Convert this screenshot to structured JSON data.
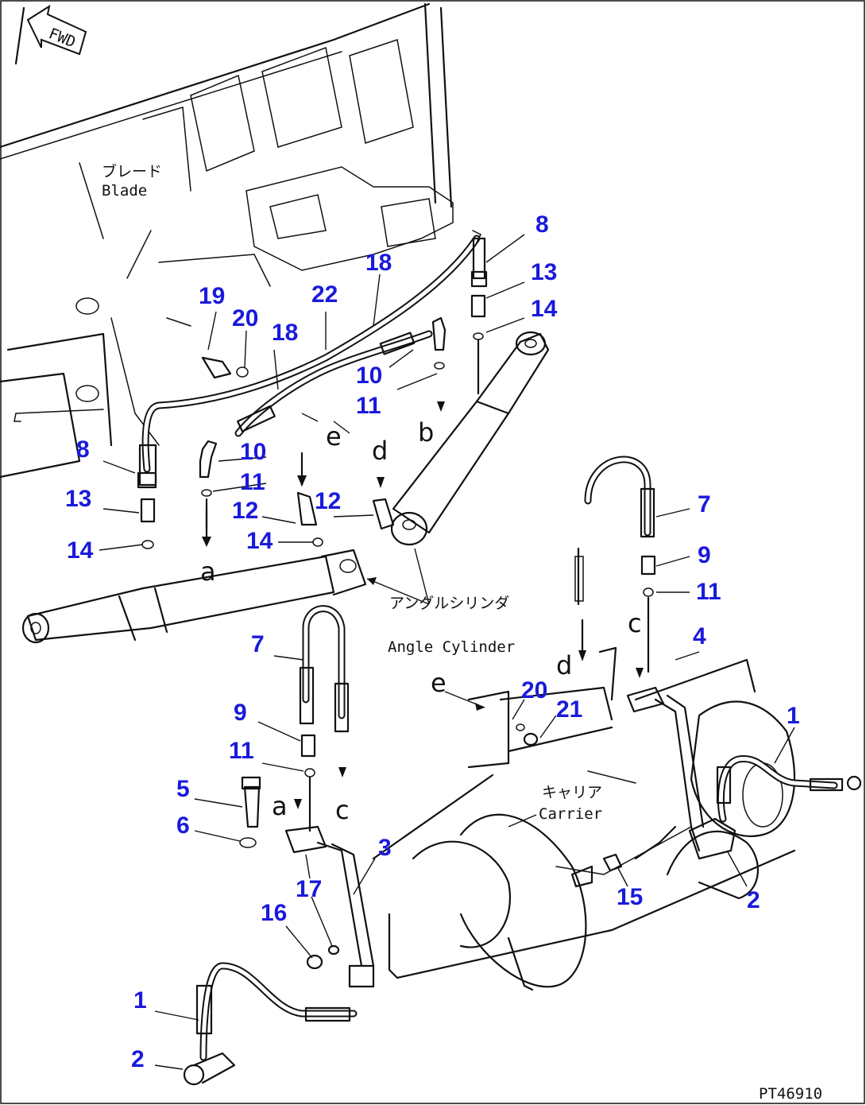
{
  "orientation_label": "FWD",
  "labels": {
    "blade_jp": "ブレード",
    "blade_en": "Blade",
    "angle_cylinder_jp": "アングルシリンダ",
    "angle_cylinder_en": "Angle Cylinder",
    "carrier_jp": "キャリア",
    "carrier_en": "Carrier"
  },
  "connection_letters": [
    "a",
    "b",
    "c",
    "d",
    "e"
  ],
  "callouts": [
    "1",
    "1",
    "2",
    "2",
    "3",
    "4",
    "5",
    "6",
    "7",
    "7",
    "8",
    "8",
    "9",
    "9",
    "10",
    "10",
    "11",
    "11",
    "11",
    "11",
    "12",
    "12",
    "13",
    "13",
    "14",
    "14",
    "14",
    "15",
    "16",
    "17",
    "18",
    "18",
    "19",
    "20",
    "20",
    "21",
    "22"
  ],
  "document_id": "PT46910"
}
